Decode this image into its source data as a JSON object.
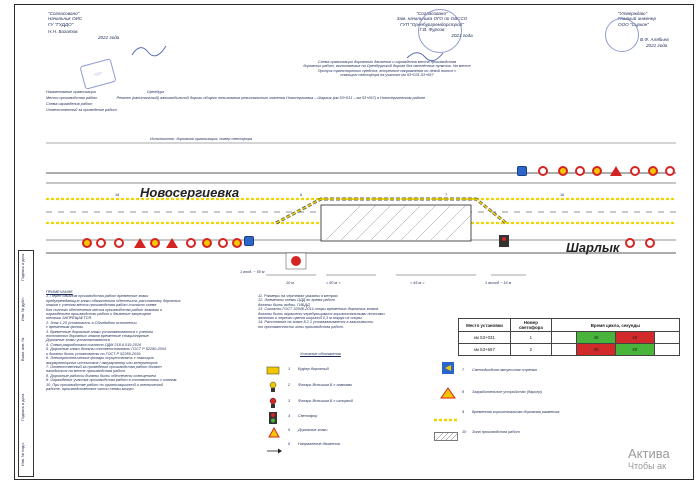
{
  "approvals": {
    "left": {
      "title": "\"Согласовано\"",
      "line1": "Начальник ОИС",
      "line2": "ГУ \"ГУДДО\"",
      "signer": "Н.Н. Богатов",
      "year": "2021 года"
    },
    "center": {
      "title": "\"Согласовано\"",
      "line1": "Зам. начальника ОГО по ОВССО",
      "line2": "ГУП \"Оренбургремдорстрой\"",
      "signer": "Г.В. Фурсов",
      "year": "2021 года"
    },
    "right": {
      "title": "\"Утверждаю\"",
      "line1": "Главный инженер",
      "line2": "ООО \"Сиркон\"",
      "signer": "В.Ф. Алябьев",
      "year": "2021 года"
    }
  },
  "header_left": {
    "work_type_label": "Наименование организации",
    "object_label": "Место производства работ",
    "schema_label": "Схема ограждения работ",
    "responsible_label": "Ответственный за проведение работ"
  },
  "title_block": {
    "line1": "Схема организации дорожного движения и ограждения места производства",
    "line2": "дорожных работ, выполняемых на Оренбургской дороге без населённых пунктов. На месте",
    "line3": "Пропуск транспортных средств, встречные направления по левой полосе с",
    "line4": "помощью светофора на участке км 53+031-53+667",
    "object_name": "Ремонт (капитальный) автомобильной дороги общего пользования регионального значения Новосергиевка – Шарлык (км 53+031 – км 53+667) в Новосергиевском районе",
    "organization": "Оренбург"
  },
  "road": {
    "label_left": "Новосергиевка",
    "label_right": "Шарлык",
    "note_top": "Исполнитель: дорожная организация, номер светофора",
    "chainage_markers": [
      "18",
      "12",
      "6",
      "7",
      "16"
    ],
    "distance_labels": [
      "1 вход. ~ 50 м",
      "10 м",
      "< 50 м >",
      "< 45 м >",
      "1 выход ~ 16 м"
    ]
  },
  "notes": {
    "heading": "ПРИМЕЧАНИЕ",
    "left_items": [
      "1. Перед началом производства работ временные знаки",
      "предупреждающие знаки обязательно обеспечить расстановку дорожных",
      "знаков с учетом места производства работ согласно схеме",
      "Без полного обеспечения места производства работ знаками и",
      "ограждением производство работ и движение запрещено",
      "техники ЗАПРЕЩАЕТСЯ.",
      "2. Знак 1.25 установить в Сбалдабом исполнении",
      "с временным фоном.",
      "3. Временные дорожные знаки устанавливаются с учетом",
      "постоянных дорожных знаков временные стационарные.",
      "Дорожные знаки устанавливаются",
      "4. Схема разработана согласно ОДМ 218.6.019-2016",
      "5. Дорожные знаки должны соответствовать ГОСТ Р 52290-2004",
      "и должны быть установлены по ГОСТ Р 52289-2019.",
      "6. Электротехнические фонари осуществлять с помощью",
      "аккумуляторных источников / аккумулятор или генераторов",
      "7. Ответственный за проведение производства работ должен",
      "находиться на месте производства работ.",
      "8. Дорожные работы должны быть обеспечены освещением",
      "9. Ограждение участка производства работ в соответствии с планом.",
      "10. При производстве работ по организационной и технической",
      "работе, производственные части схемы могут"
    ],
    "right_items": [
      "11. Размеры на чертежах указаны в метрах",
      "12. Элементы схемы ОДД во время работ",
      "должны быть видны. ГИБДД",
      "13. Согласно ГОСТ 32948-2014 опоры временных дорожных знаков",
      "должны быть окрашены чередующимися горизонтальными полосами",
      "желтого и черного цвета шириной 0,3 м вокруг их опоры.",
      "14. Расстояние на знаке 8.2.1 устанавливается в зависимости",
      "от протяженности зоны производства работ."
    ]
  },
  "legend": {
    "heading": "Условные обозначения",
    "items": [
      {
        "num": "1",
        "text": "Буфер дорожный"
      },
      {
        "num": "2",
        "text": "Фонарь Вспышка Б с лампами"
      },
      {
        "num": "3",
        "text": "Фонарь Вспышка Б с шторкой"
      },
      {
        "num": "4",
        "text": "Светофор"
      },
      {
        "num": "5",
        "text": "Дорожные знаки"
      },
      {
        "num": "6",
        "text": "Направление движения"
      },
      {
        "num": "7",
        "text": "Светодиодная импульсная стрелка"
      },
      {
        "num": "8",
        "text": "Заградительное устройство (барьер)"
      },
      {
        "num": "9",
        "text": "Временная горизонтальная дорожная разметка"
      },
      {
        "num": "10",
        "text": "Зона производства работ"
      }
    ]
  },
  "light_table": {
    "headers": [
      "Место установки",
      "Номер светофора",
      "Время цикла, секунды"
    ],
    "rows": [
      {
        "place": "км 53+031",
        "number": "1",
        "green": "40",
        "red": "40"
      },
      {
        "place": "км 53+667",
        "number": "2",
        "red": "40",
        "green": "40"
      }
    ]
  },
  "side_stamp": {
    "labels": [
      "Инв. № подл.",
      "Подпись и дата",
      "Взам. инв. №",
      "Инв. № дубл.",
      "Подпись и дата"
    ]
  },
  "watermark": {
    "line1": "Актива",
    "line2": "Чтобы ак"
  }
}
